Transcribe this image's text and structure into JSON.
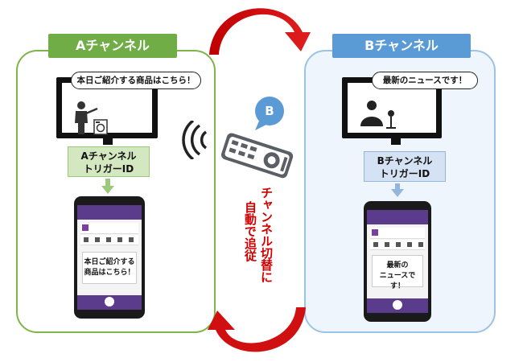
{
  "channel_a": {
    "tab_label": "Aチャンネル",
    "tv_bubble": "本日ご紹介する商品はこちら！",
    "trigger_line1": "Aチャンネル",
    "trigger_line2": "トリガーID",
    "phone_message_line1": "本日ご紹介する",
    "phone_message_line2": "商品はこちら！",
    "color": "#70ad47"
  },
  "channel_b": {
    "tab_label": "Bチャンネル",
    "tv_bubble": "最新のニュースです！",
    "trigger_line1": "Bチャンネル",
    "trigger_line2": "トリガーID",
    "phone_message_line1": "最新の",
    "phone_message_line2": "ニュースです！",
    "color": "#5b9bd5"
  },
  "remote": {
    "bubble_label": "B"
  },
  "center_text": {
    "column1": "チャンネル切替に",
    "column2": "自動で追従",
    "color": "#d00000"
  },
  "icons": {
    "arrow": "red-curved-arrow-icon",
    "signal": "wireless-signal-icon",
    "remote": "tv-remote-icon",
    "presenter": "presenter-icon",
    "newscaster": "newscaster-icon"
  }
}
